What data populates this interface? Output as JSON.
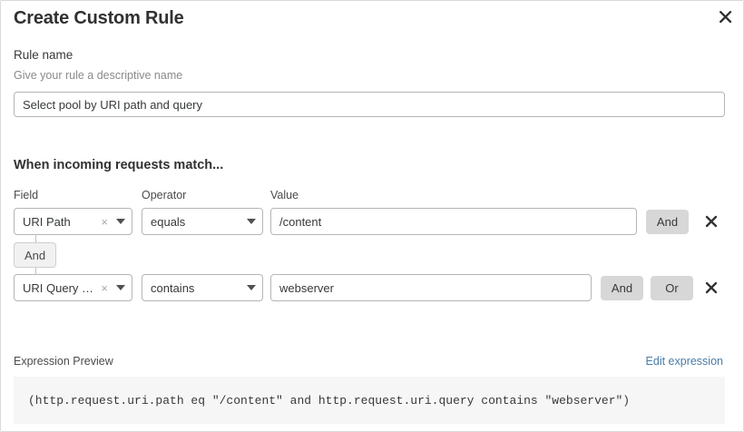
{
  "dialog": {
    "title": "Create Custom Rule",
    "close_icon": "close-icon"
  },
  "rule_name": {
    "label": "Rule name",
    "hint": "Give your rule a descriptive name",
    "value": "Select pool by URI path and query",
    "placeholder": ""
  },
  "conditions": {
    "heading": "When incoming requests match...",
    "columns": {
      "field": "Field",
      "operator": "Operator",
      "value": "Value"
    },
    "connector": {
      "label": "And"
    },
    "rows": [
      {
        "field": "URI Path",
        "clear_icon": "clear-icon",
        "caret_icon": "chevron-down-icon",
        "operator": "equals",
        "value": "/content",
        "value_placeholder": "",
        "buttons": [
          "And"
        ],
        "remove_icon": "close-icon"
      },
      {
        "field": "URI Query St...",
        "clear_icon": "clear-icon",
        "caret_icon": "chevron-down-icon",
        "operator": "contains",
        "value": "webserver",
        "value_placeholder": "",
        "buttons": [
          "And",
          "Or"
        ],
        "remove_icon": "close-icon"
      }
    ]
  },
  "expression_preview": {
    "label": "Expression Preview",
    "edit_link": "Edit expression",
    "code": "(http.request.uri.path eq \"/content\" and http.request.uri.query contains \"webserver\")"
  },
  "colors": {
    "accent_link": "#4a7ba7",
    "button_grey": "#d7d7d7",
    "code_background": "#f6f6f6",
    "border": "#b5b5b5"
  }
}
